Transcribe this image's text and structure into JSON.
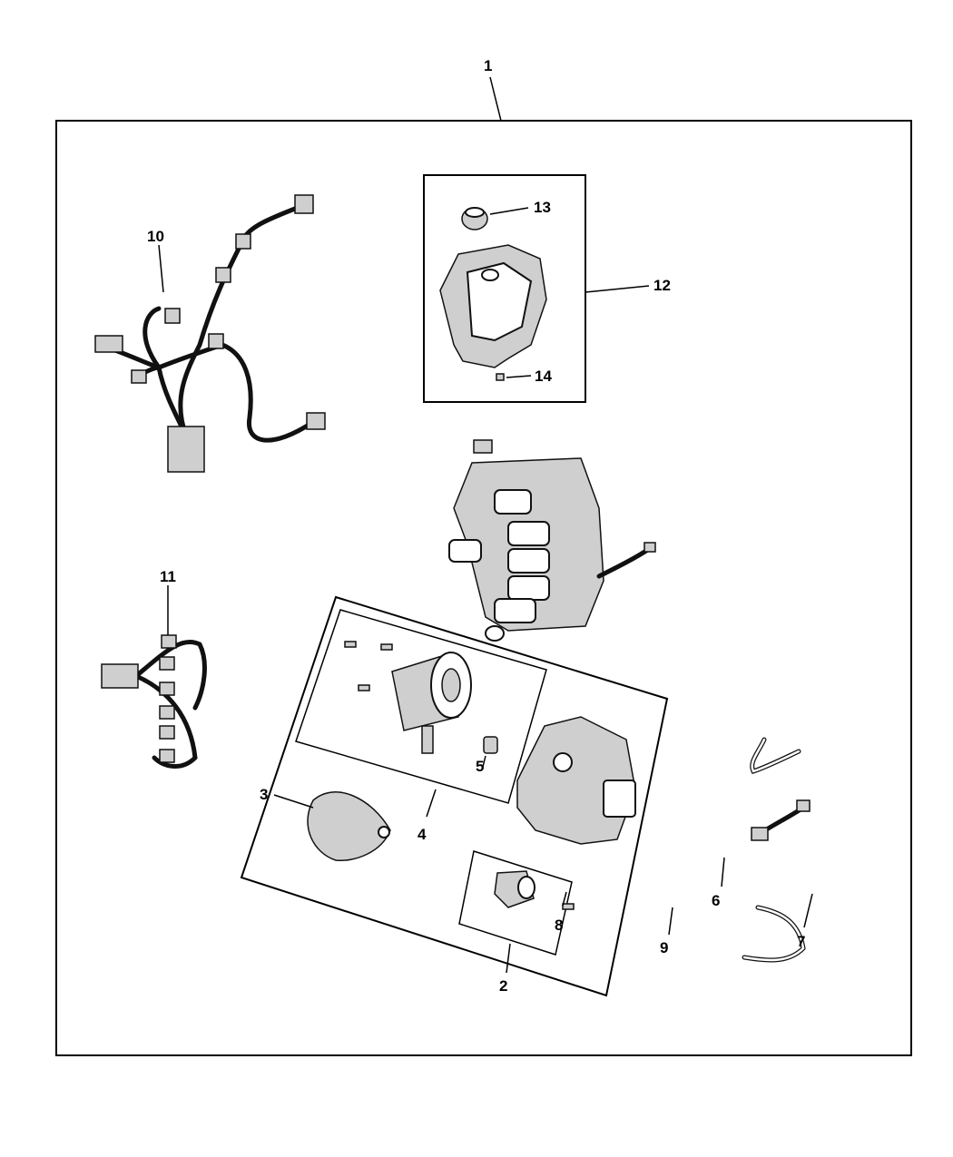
{
  "diagram": {
    "callouts": [
      {
        "id": "1",
        "text": "1"
      },
      {
        "id": "2",
        "text": "2"
      },
      {
        "id": "3",
        "text": "3"
      },
      {
        "id": "4",
        "text": "4"
      },
      {
        "id": "5",
        "text": "5"
      },
      {
        "id": "6",
        "text": "6"
      },
      {
        "id": "7",
        "text": "7"
      },
      {
        "id": "8",
        "text": "8"
      },
      {
        "id": "9",
        "text": "9"
      },
      {
        "id": "10",
        "text": "10"
      },
      {
        "id": "11",
        "text": "11"
      },
      {
        "id": "12",
        "text": "12"
      },
      {
        "id": "13",
        "text": "13"
      },
      {
        "id": "14",
        "text": "14"
      }
    ]
  }
}
